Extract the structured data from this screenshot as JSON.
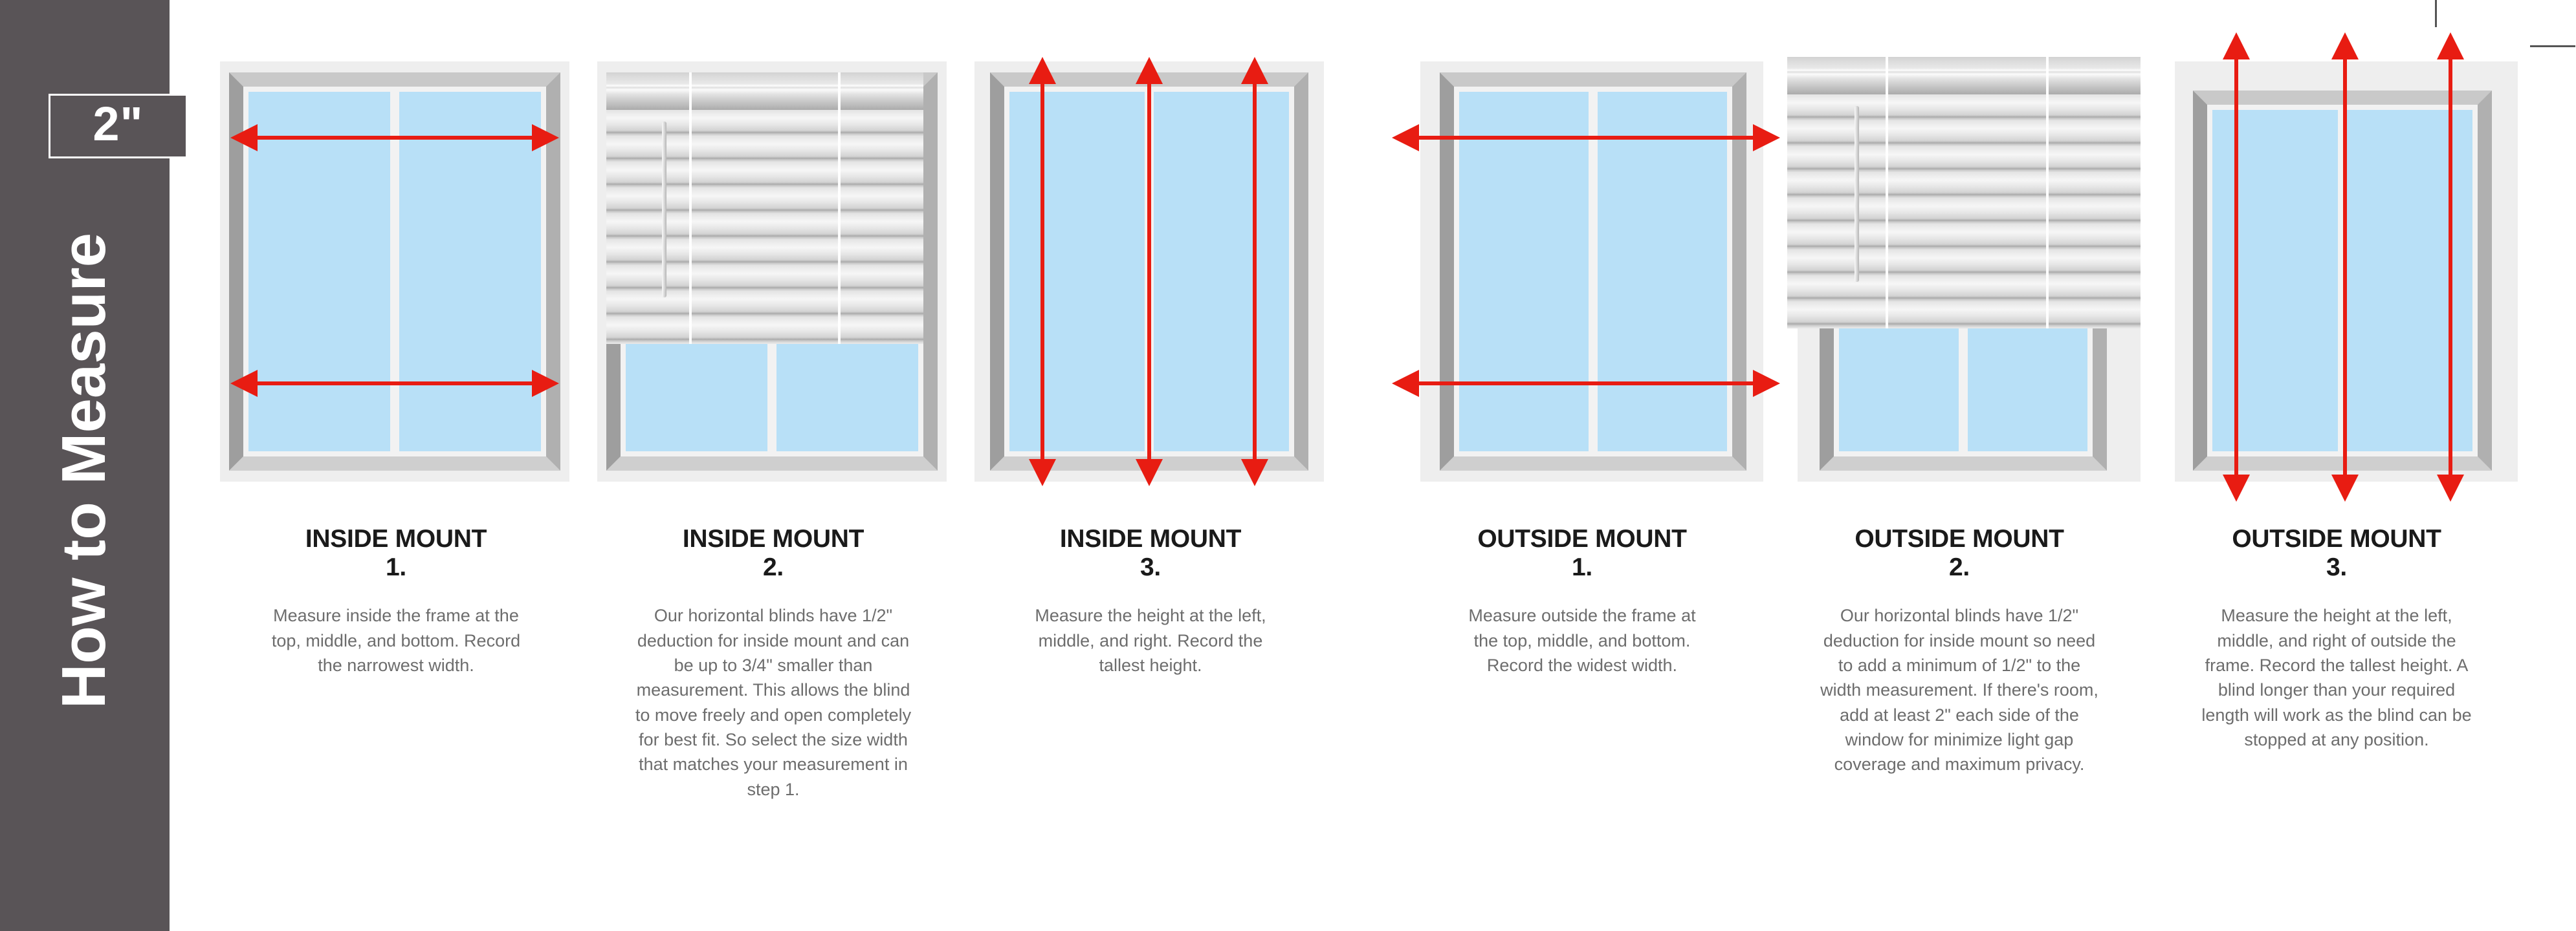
{
  "sidebar": {
    "badge": "2\"",
    "title": "How to Measure",
    "background_color": "#595457",
    "text_color": "#ffffff"
  },
  "colors": {
    "arrow_red": "#e81c12",
    "glass_blue": "#b8e0f7",
    "wall_gray": "#eeeeee",
    "frame_gray": "#c6c6c6",
    "heading_black": "#1a1a1a",
    "body_gray": "#6d6d6d"
  },
  "panels": [
    {
      "id": "inside-mount-1",
      "heading": "INSIDE MOUNT",
      "step": "1.",
      "body": "Measure inside the frame at the top, middle, and bottom. Record the narrowest width.",
      "measure_type": "width",
      "arrow_orientation": "horizontal",
      "arrow_count": 2,
      "has_blind": false
    },
    {
      "id": "inside-mount-2",
      "heading": "INSIDE MOUNT",
      "step": "2.",
      "body": "Our horizontal blinds have 1/2\" deduction for inside mount and can be up to 3/4\" smaller than measurement. This allows the blind to move freely and open completely for best fit. So select the size width that matches your measurement in step 1.",
      "measure_type": "deduction",
      "arrow_orientation": "none",
      "arrow_count": 0,
      "has_blind": true
    },
    {
      "id": "inside-mount-3",
      "heading": "INSIDE MOUNT",
      "step": "3.",
      "body": "Measure the height at the left, middle, and right. Record the tallest height.",
      "measure_type": "height",
      "arrow_orientation": "vertical",
      "arrow_count": 3,
      "has_blind": false
    },
    {
      "id": "outside-mount-1",
      "heading": "OUTSIDE MOUNT",
      "step": "1.",
      "body": "Measure outside the frame at the top, middle, and bottom.  Record the widest width.",
      "measure_type": "width",
      "arrow_orientation": "horizontal",
      "arrow_count": 2,
      "has_blind": false
    },
    {
      "id": "outside-mount-2",
      "heading": "OUTSIDE MOUNT",
      "step": "2.",
      "body": "Our horizontal blinds have 1/2\" deduction for inside mount so need to add a minimum of 1/2\" to the width measurement. If there's room, add at least 2\" each side of the window for minimize light gap coverage and maximum privacy.",
      "measure_type": "addition",
      "arrow_orientation": "none",
      "arrow_count": 0,
      "has_blind": true
    },
    {
      "id": "outside-mount-3",
      "heading": "OUTSIDE MOUNT",
      "step": "3.",
      "body": "Measure the height at the left, middle, and right of outside the frame. Record the tallest height. A blind longer than your required length will work as the blind can be stopped at any position.",
      "measure_type": "height",
      "arrow_orientation": "vertical",
      "arrow_count": 3,
      "has_blind": false
    }
  ]
}
